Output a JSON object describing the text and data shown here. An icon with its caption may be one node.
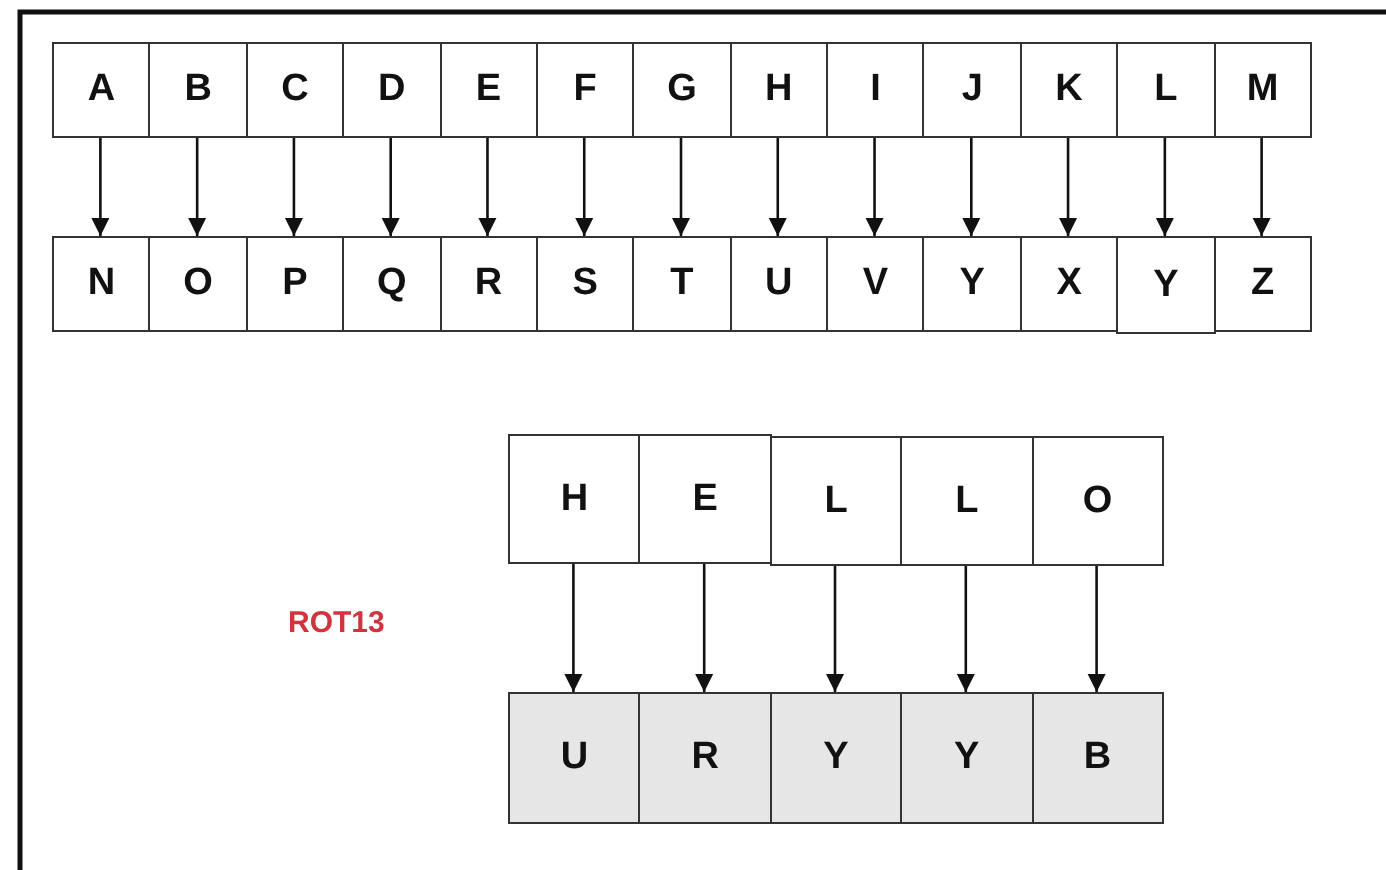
{
  "diagram": {
    "nodes": [
      {
        "text": [
          "A"
        ]
      },
      {
        "text": [
          "B"
        ]
      },
      {
        "text": [
          "C"
        ]
      },
      {
        "text": [
          "D"
        ]
      },
      {
        "text": [
          "E"
        ]
      },
      {
        "text": [
          "F"
        ]
      },
      {
        "text": [
          "G"
        ]
      },
      {
        "text": [
          "H"
        ]
      },
      {
        "text": [
          "I"
        ]
      },
      {
        "text": [
          "J"
        ]
      },
      {
        "text": [
          "K"
        ]
      },
      {
        "text": [
          "L"
        ]
      },
      {
        "text": [
          "M"
        ]
      },
      {
        "text": [
          "N"
        ]
      },
      {
        "text": [
          "O"
        ]
      },
      {
        "text": [
          "P"
        ]
      },
      {
        "text": [
          "Q"
        ]
      },
      {
        "text": [
          "R"
        ]
      },
      {
        "text": [
          "S"
        ]
      },
      {
        "text": [
          "T"
        ]
      },
      {
        "text": [
          "U"
        ]
      },
      {
        "text": [
          "V"
        ]
      },
      {
        "text": [
          "Y"
        ]
      },
      {
        "text": [
          "X"
        ]
      },
      {
        "text": [
          "Y"
        ]
      },
      {
        "text": [
          "Z"
        ]
      },
      {
        "text": [
          "H"
        ]
      },
      {
        "text": [
          "E"
        ]
      },
      {
        "text": [
          "L"
        ]
      },
      {
        "text": [
          "L"
        ]
      },
      {
        "text": [
          "O"
        ]
      },
      {
        "text": [
          "U"
        ]
      },
      {
        "text": [
          "R"
        ]
      },
      {
        "text": [
          "Y"
        ]
      },
      {
        "text": [
          "Y"
        ]
      },
      {
        "text": [
          "B"
        ]
      }
    ],
    "edges": [
      {
        "from": 0,
        "to": 13,
        "arrow": "to"
      },
      {
        "from": 1,
        "to": 14,
        "arrow": "to"
      },
      {
        "from": 2,
        "to": 15,
        "arrow": "to"
      },
      {
        "from": 3,
        "to": 16,
        "arrow": "to"
      },
      {
        "from": 4,
        "to": 17,
        "arrow": "to"
      },
      {
        "from": 5,
        "to": 18,
        "arrow": "to"
      },
      {
        "from": 6,
        "to": 19,
        "arrow": "to"
      },
      {
        "from": 7,
        "to": 20,
        "arrow": "to"
      },
      {
        "from": 8,
        "to": 21,
        "arrow": "to"
      },
      {
        "from": 9,
        "to": 22,
        "arrow": "to"
      },
      {
        "from": 10,
        "to": 23,
        "arrow": "to"
      },
      {
        "from": 11,
        "to": 24,
        "arrow": "to"
      },
      {
        "from": 12,
        "to": 25,
        "arrow": "to"
      },
      {
        "from": 26,
        "to": 31,
        "arrow": "to"
      },
      {
        "from": 27,
        "to": 32,
        "arrow": "to"
      },
      {
        "from": 28,
        "to": 33,
        "arrow": "to"
      },
      {
        "from": 29,
        "to": 34,
        "arrow": "to"
      },
      {
        "from": 30,
        "to": 35,
        "arrow": "to"
      }
    ],
    "labels": [
      "ROT13"
    ]
  }
}
